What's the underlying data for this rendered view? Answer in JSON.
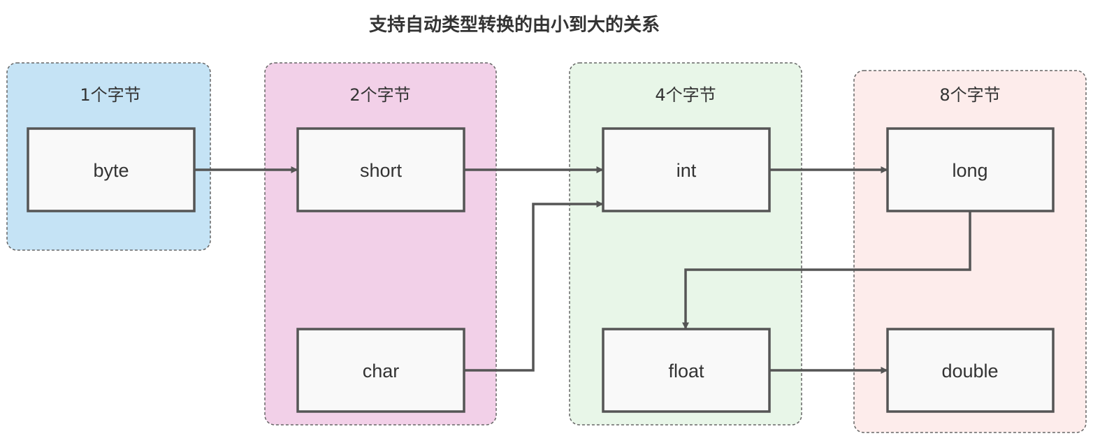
{
  "title": "支持自动类型转换的由小到大的关系",
  "groups": [
    {
      "id": "g1",
      "label": "1个字节",
      "fill": "#c5e3f5"
    },
    {
      "id": "g2",
      "label": "2个字节",
      "fill": "#f2d0e8"
    },
    {
      "id": "g4",
      "label": "4个字节",
      "fill": "#e8f6e8"
    },
    {
      "id": "g8",
      "label": "8个字节",
      "fill": "#fdeceb"
    }
  ],
  "nodes": [
    {
      "id": "byte",
      "label": "byte"
    },
    {
      "id": "short",
      "label": "short"
    },
    {
      "id": "char",
      "label": "char"
    },
    {
      "id": "int",
      "label": "int"
    },
    {
      "id": "float",
      "label": "float"
    },
    {
      "id": "long",
      "label": "long"
    },
    {
      "id": "double",
      "label": "double"
    }
  ],
  "edges": [
    {
      "from": "byte",
      "to": "short"
    },
    {
      "from": "short",
      "to": "int"
    },
    {
      "from": "char",
      "to": "int"
    },
    {
      "from": "int",
      "to": "long"
    },
    {
      "from": "long",
      "to": "float"
    },
    {
      "from": "float",
      "to": "double"
    }
  ]
}
